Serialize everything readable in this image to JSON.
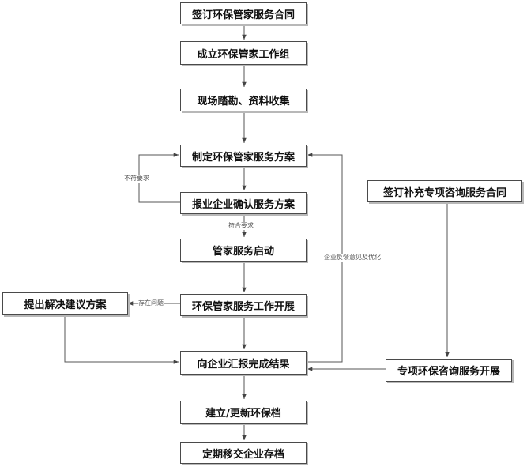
{
  "nodes": {
    "sign_contract": "签订环保管家服务合同",
    "form_team": "成立环保管家工作组",
    "site_survey": "现场踏勘、资料收集",
    "make_plan": "制定环保管家服务方案",
    "confirm_plan": "报业企业确认服务方案",
    "service_start": "管家服务启动",
    "service_work": "环保管家服务工作开展",
    "propose_solution": "提出解决建议方案",
    "report_result": "向企业汇报完成结果",
    "build_archive": "建立/更新环保档",
    "archive_transfer": "定期移交企业存档",
    "sign_extra_contract": "签订补充专项咨询服务合同",
    "special_service": "专项环保咨询服务开展"
  },
  "edge_labels": {
    "not_meet": "不符要求",
    "meet": "符合要求",
    "problem": "存在问题",
    "feedback": "企业反馈意见及优化"
  }
}
